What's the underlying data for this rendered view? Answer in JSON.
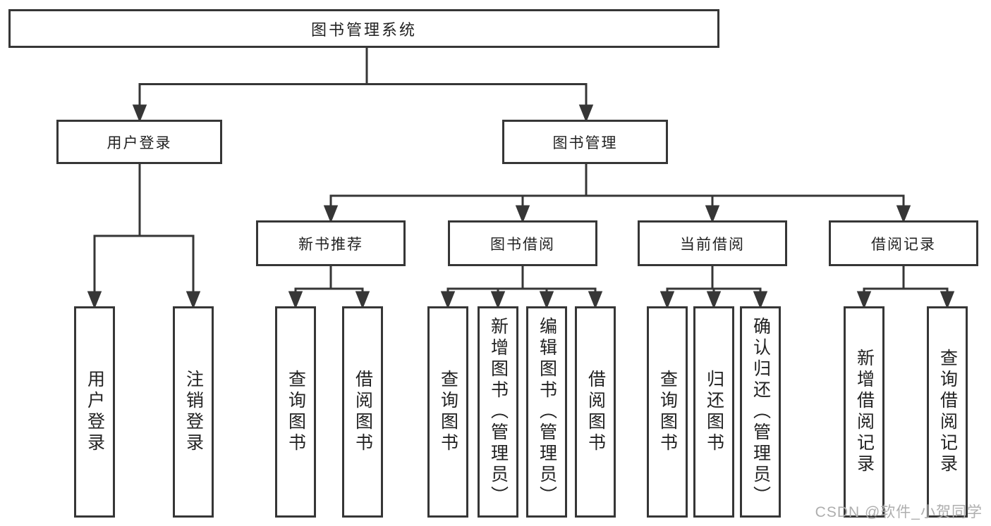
{
  "diagram": {
    "root": {
      "label": "图书管理系统",
      "children": [
        {
          "label": "用户登录",
          "children": [
            {
              "label": "用户登录"
            },
            {
              "label": "注销登录"
            }
          ]
        },
        {
          "label": "图书管理",
          "children": [
            {
              "label": "新书推荐",
              "children": [
                {
                  "label": "查询图书"
                },
                {
                  "label": "借阅图书"
                }
              ]
            },
            {
              "label": "图书借阅",
              "children": [
                {
                  "label": "查询图书"
                },
                {
                  "label": "新增图书（管理员）"
                },
                {
                  "label": "编辑图书（管理员）"
                },
                {
                  "label": "借阅图书"
                }
              ]
            },
            {
              "label": "当前借阅",
              "children": [
                {
                  "label": "查询图书"
                },
                {
                  "label": "归还图书"
                },
                {
                  "label": "确认归还（管理员）"
                }
              ]
            },
            {
              "label": "借阅记录",
              "children": [
                {
                  "label": "新增借阅记录"
                },
                {
                  "label": "查询借阅记录"
                }
              ]
            }
          ]
        }
      ]
    }
  },
  "watermark": {
    "text": "CSDN @软件_小贺同学"
  },
  "colors": {
    "line": "#363636",
    "box_border": "#363636",
    "box_fill": "#ffffff",
    "text": "#222222",
    "watermark": "#aeaeae",
    "background": "#ffffff"
  }
}
